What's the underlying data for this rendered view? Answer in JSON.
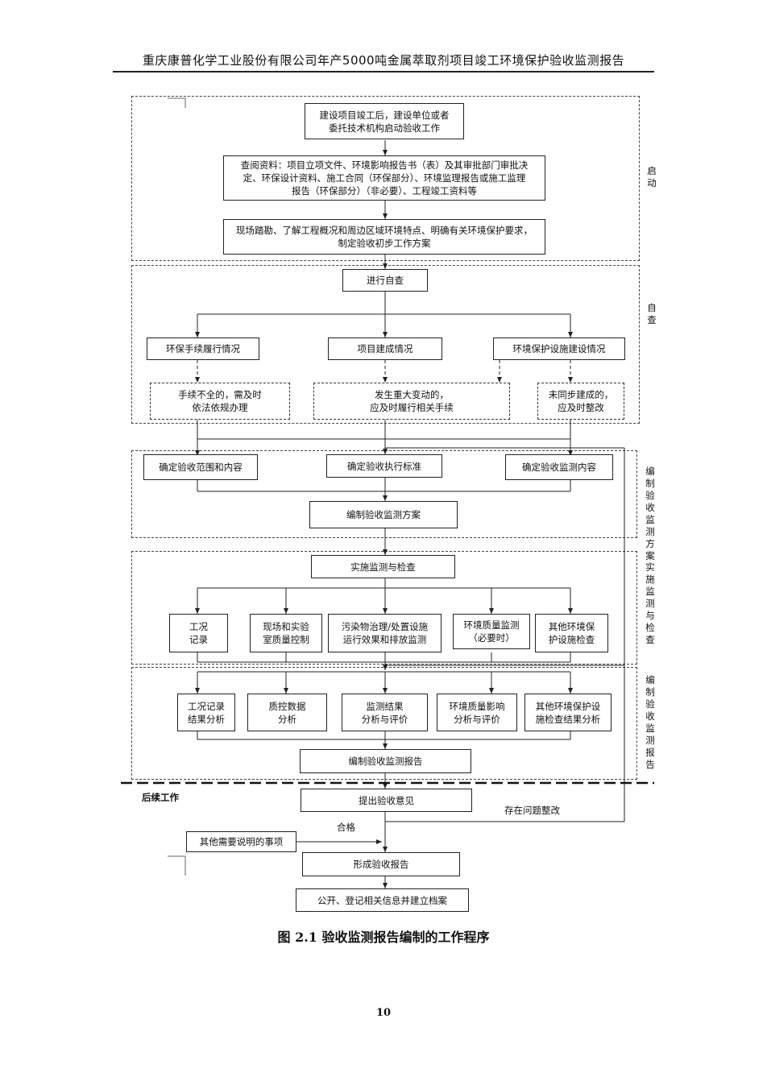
{
  "header": "重庆康普化学工业股份有限公司年产5000吨金属萃取剂项目竣工环境保护验收监测报告",
  "stages": {
    "start": "启动",
    "selfcheck": "自查",
    "plan": "编制验收监测方案",
    "implement": "实施监测与检查",
    "report": "编制验收监测报告"
  },
  "boxes": {
    "b1": "建设项目竣工后，建设单位或者\n委托技术机构启动验收工作",
    "b2": "查阅资料：项目立项文件、环境影响报告书（表）及其审批部门审批决\n定、环保设计资料、施工合同（环保部分）、环境监理报告或施工监理\n报告（环保部分）（非必要）、工程竣工资料等",
    "b3": "现场踏勘、了解工程概况和周边区域环境特点、明确有关环境保护要求，\n制定验收初步工作方案",
    "b4": "进行自查",
    "b5": "环保手续履行情况",
    "b6": "项目建成情况",
    "b7": "环境保护设施建设情况",
    "b8": "手续不全的，需及时\n依法依规办理",
    "b9": "发生重大变动的，\n应及时履行相关手续",
    "b10": "未同步建成的，\n应及时整改",
    "b11": "确定验收范围和内容",
    "b12": "确定验收执行标准",
    "b13": "确定验收监测内容",
    "b14": "编制验收监测方案",
    "b15": "实施监测与检查",
    "b16": "工况\n记录",
    "b17": "现场和实验\n室质量控制",
    "b18": "污染物治理/处置设施\n运行效果和排放监测",
    "b19": "环境质量监测\n（必要时）",
    "b20": "其他环境保\n护设施检查",
    "b21": "工况记录\n结果分析",
    "b22": "质控数据\n分析",
    "b23": "监测结果\n分析与评价",
    "b24": "环境质量影响\n分析与评价",
    "b25": "其他环境保护设\n施检查结果分析",
    "b26": "编制验收监测报告",
    "b27": "提出验收意见",
    "b28": "其他需要说明的事项",
    "b29": "形成验收报告",
    "b30": "公开、登记相关信息并建立档案"
  },
  "labels": {
    "follow": "后续工作",
    "pass": "合格",
    "rectify": "存在问题整改"
  },
  "caption": "图 2.1   验收监测报告编制的工作程序",
  "page_number": "10"
}
